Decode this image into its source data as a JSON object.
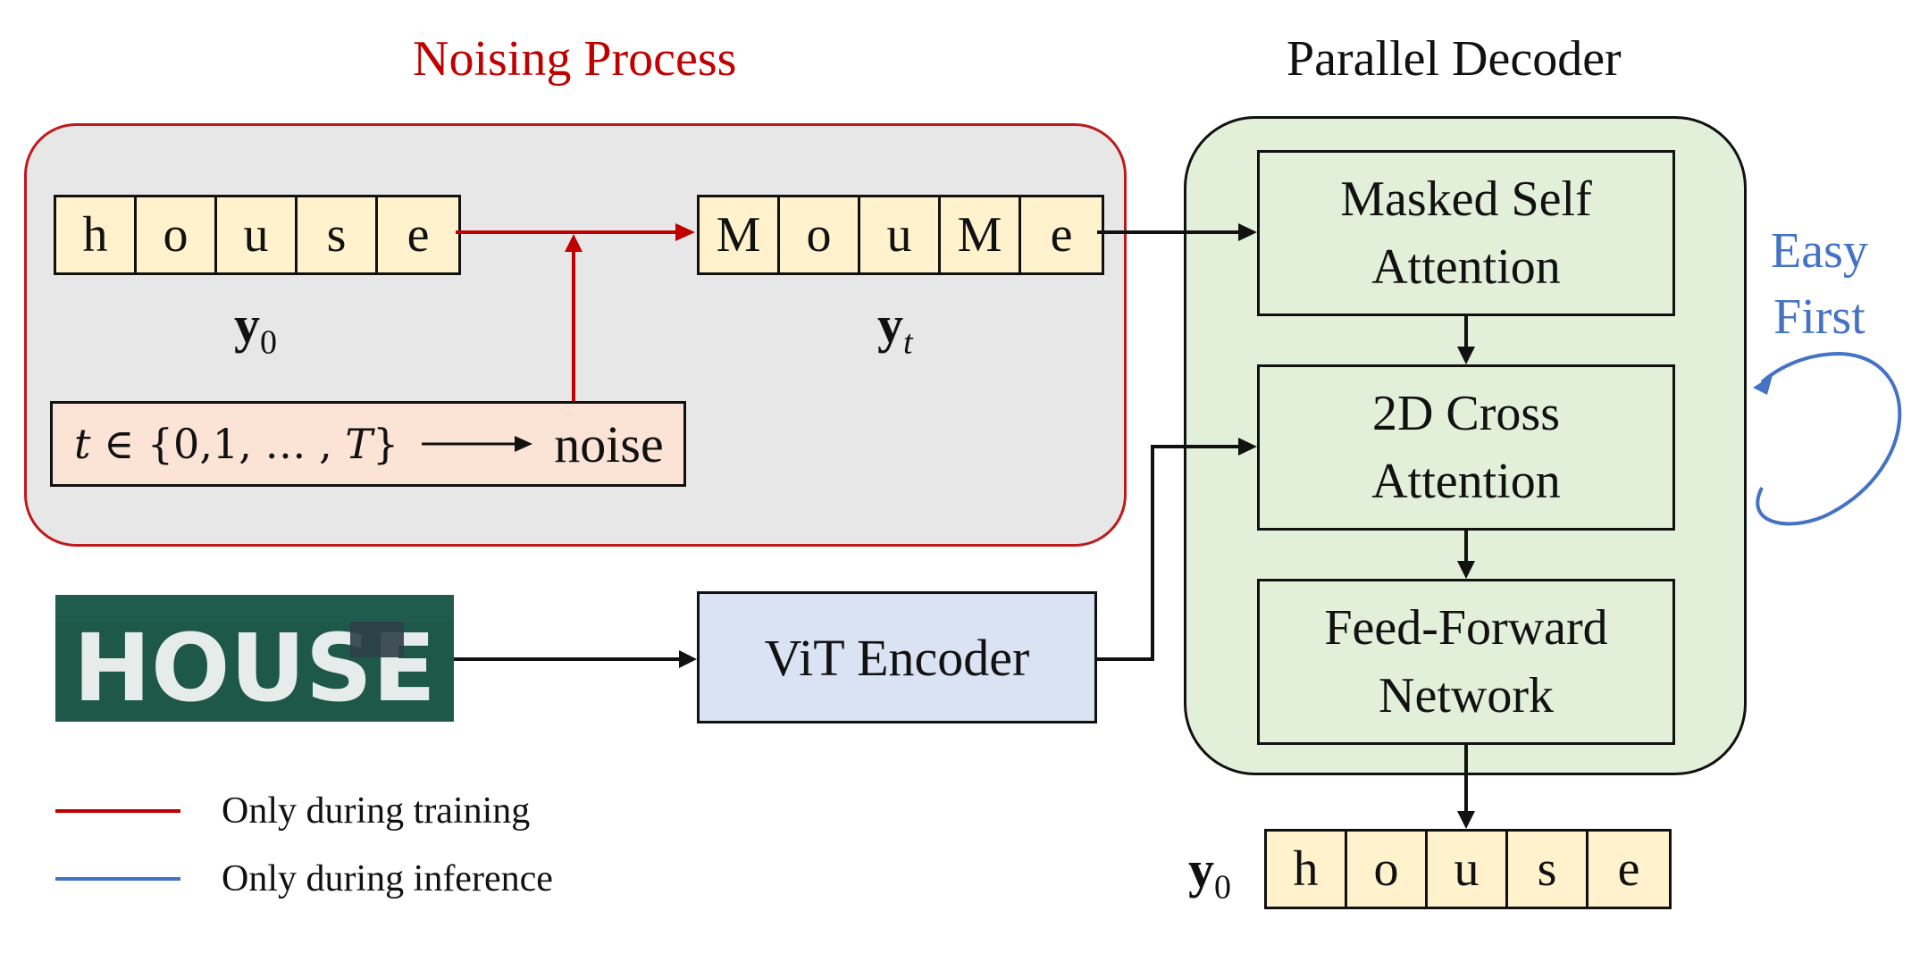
{
  "titles": {
    "noising": "Noising Process",
    "decoder": "Parallel Decoder"
  },
  "y0_tokens": [
    "h",
    "o",
    "u",
    "s",
    "e"
  ],
  "yt_tokens": [
    "M",
    "o",
    "u",
    "M",
    "e"
  ],
  "output_tokens": [
    "h",
    "o",
    "u",
    "s",
    "e"
  ],
  "labels": {
    "y0_bold": "y",
    "y0_sub": "0",
    "yt_bold": "y",
    "yt_sub": "t",
    "out_bold": "y",
    "out_sub": "0"
  },
  "timestep": {
    "formula": "𝑡 ∈ {0,1, … , 𝑇}",
    "noise": "noise"
  },
  "image_text": "HOUSE",
  "encoder": "ViT Encoder",
  "decoder_blocks": {
    "masked_self_attention": "Masked Self\nAttention",
    "cross_attention": "2D Cross\nAttention",
    "ffn": "Feed-Forward\nNetwork"
  },
  "easy_first": {
    "line1": "Easy",
    "line2": "First"
  },
  "legend": {
    "training": "Only during training",
    "inference": "Only during inference"
  },
  "colors": {
    "training": "#c00000",
    "inference": "#4472c4",
    "token_fill": "#fff2cc",
    "decoder_fill": "#e2efd9",
    "encoder_fill": "#dae3f3",
    "noise_panel_fill": "#e7e7e7",
    "timestep_fill": "#fbe4d5"
  }
}
